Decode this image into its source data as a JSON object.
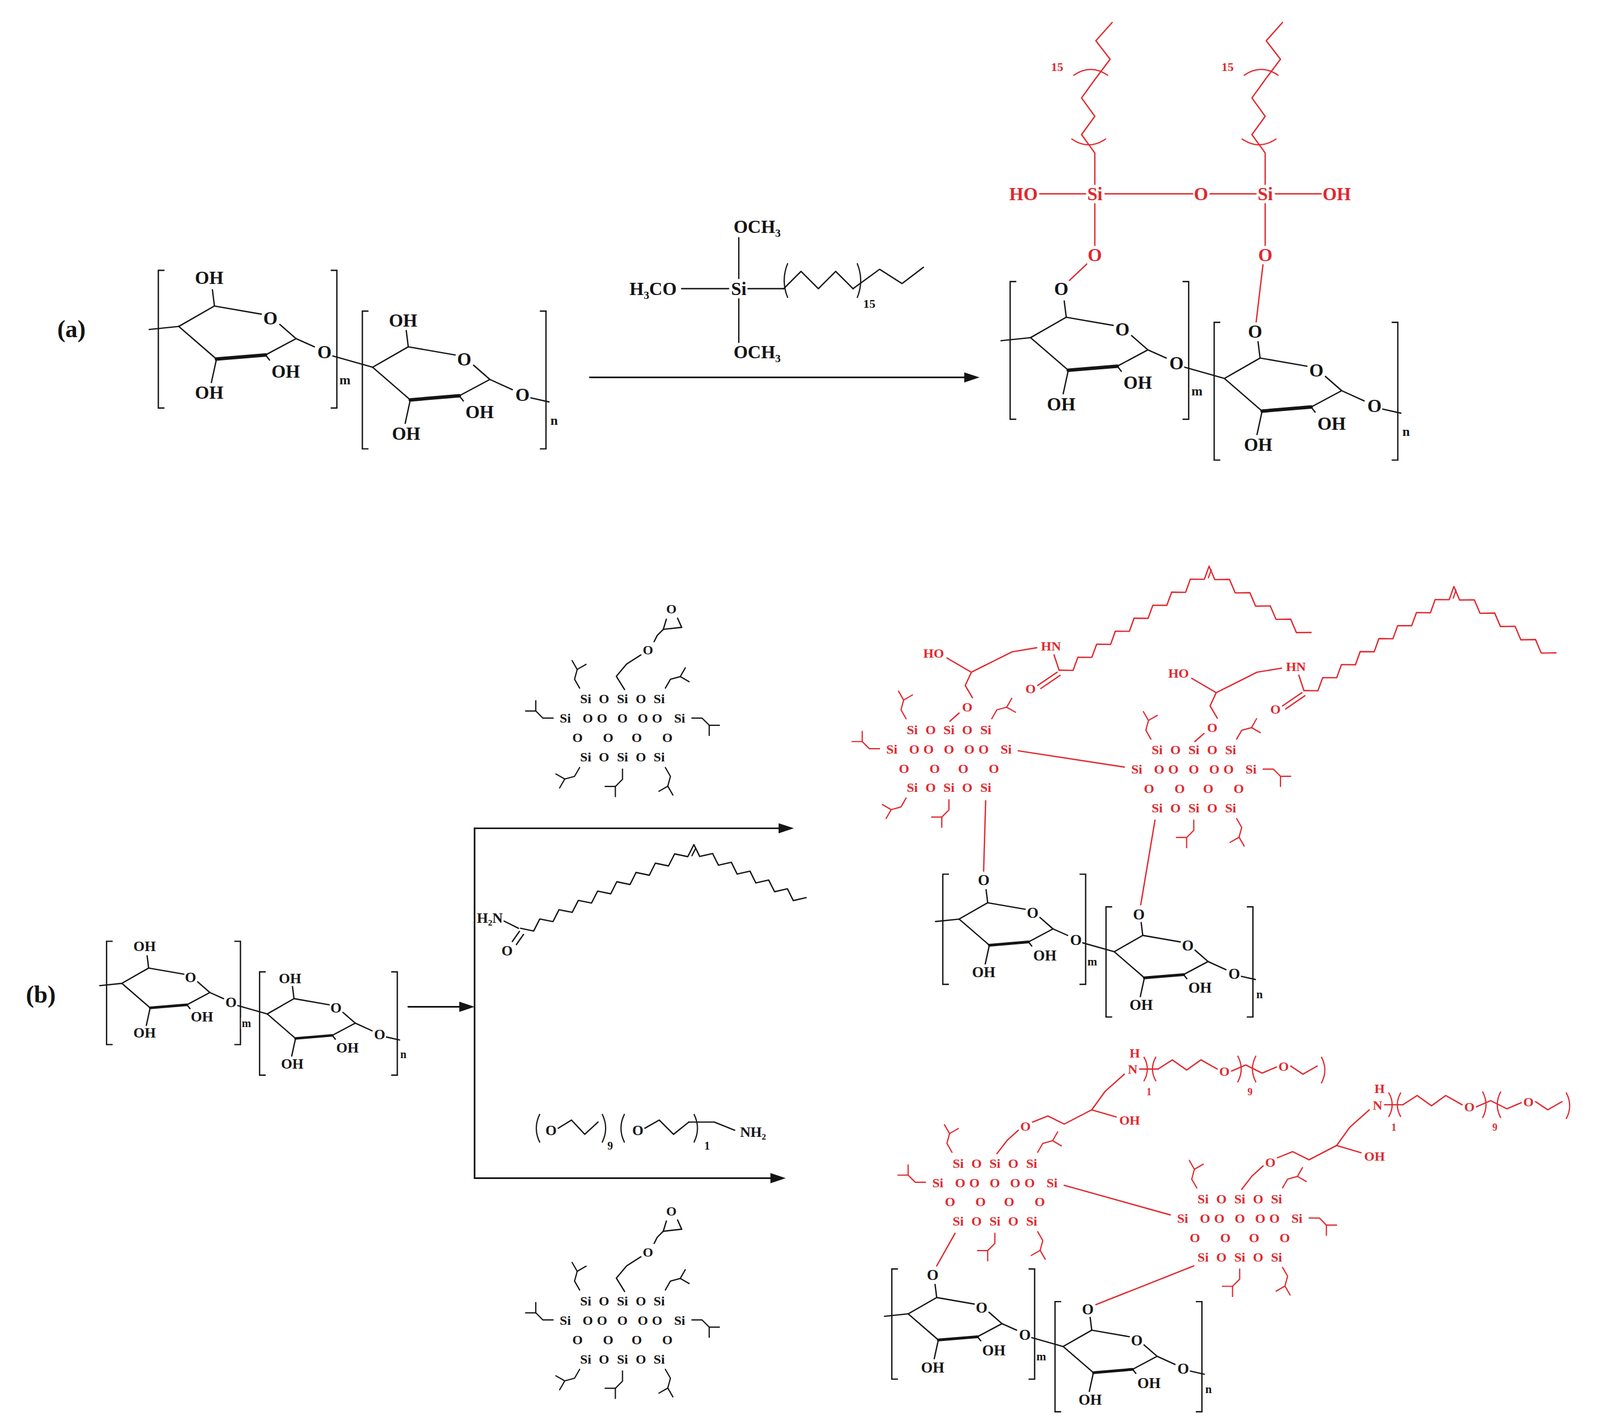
{
  "diagram": {
    "labels": [
      "(a)",
      "OH",
      "O",
      "OH",
      "OH",
      "O",
      "m",
      "OH",
      "O",
      "OH",
      "OH",
      "O",
      "n",
      "OCH₃",
      "H₃CO",
      "Si",
      "OCH₃",
      "15",
      "15",
      "15",
      "HO",
      "Si",
      "O",
      "Si",
      "OH",
      "O",
      "O",
      "O",
      "O",
      "OH",
      "OH",
      "O",
      "m",
      "O",
      "O",
      "OH",
      "OH",
      "O",
      "n",
      "(b)",
      "OH",
      "O",
      "OH",
      "OH",
      "O",
      "m",
      "OH",
      "O",
      "OH",
      "OH",
      "O",
      "n",
      "O",
      "O",
      "Si",
      "O",
      "Si",
      "O",
      "Si",
      "Si",
      "O",
      "O",
      "O",
      "O",
      "O",
      "Si",
      "O",
      "O",
      "O",
      "O",
      "Si",
      "O",
      "Si",
      "O",
      "Si",
      "H₂N",
      "O",
      "O",
      "9",
      "O",
      "1",
      "NH₂",
      "O",
      "O",
      "Si",
      "O",
      "Si",
      "O",
      "Si",
      "Si",
      "O",
      "O",
      "O",
      "O",
      "O",
      "Si",
      "O",
      "O",
      "O",
      "O",
      "Si",
      "O",
      "Si",
      "O",
      "Si",
      "HO",
      "HN",
      "O",
      "O",
      "HO",
      "HN",
      "O",
      "O",
      "Si",
      "O",
      "Si",
      "O",
      "Si",
      "Si",
      "O",
      "O",
      "O",
      "O",
      "O",
      "Si",
      "O",
      "O",
      "O",
      "O",
      "Si",
      "O",
      "Si",
      "O",
      "Si",
      "Si",
      "O",
      "Si",
      "O",
      "Si",
      "Si",
      "O",
      "O",
      "O",
      "O",
      "O",
      "Si",
      "O",
      "O",
      "O",
      "O",
      "Si",
      "O",
      "Si",
      "O",
      "Si",
      "O",
      "O",
      "OH",
      "OH",
      "O",
      "m",
      "O",
      "O",
      "OH",
      "OH",
      "O",
      "n",
      "H",
      "N",
      "1",
      "O",
      "9",
      "O",
      "O",
      "OH",
      "H",
      "N",
      "1",
      "O",
      "9",
      "O",
      "O",
      "OH",
      "Si",
      "O",
      "Si",
      "O",
      "Si",
      "Si",
      "O",
      "O",
      "O",
      "O",
      "O",
      "Si",
      "O",
      "O",
      "O",
      "O",
      "Si",
      "O",
      "Si",
      "O",
      "Si",
      "Si",
      "O",
      "Si",
      "O",
      "Si",
      "Si",
      "O",
      "O",
      "O",
      "O",
      "O",
      "Si",
      "O",
      "O",
      "O",
      "O",
      "Si",
      "O",
      "Si",
      "O",
      "Si",
      "O",
      "O",
      "OH",
      "OH",
      "O",
      "m",
      "O",
      "O",
      "OH",
      "OH",
      "O",
      "n"
    ]
  }
}
